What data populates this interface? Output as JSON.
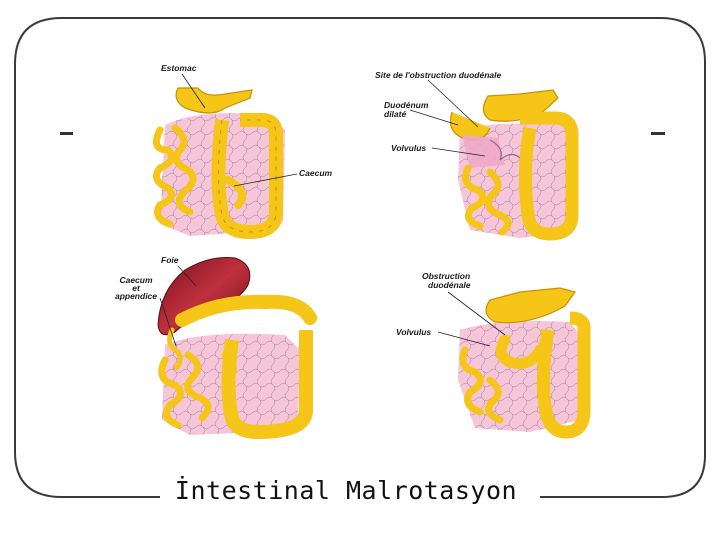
{
  "slide": {
    "title": "İntestinal Malrotasyon"
  },
  "labels": {
    "estomac": "Estomac",
    "caecum": "Caecum",
    "site_obstruction": "Site de l'obstruction duodénale",
    "duodenum_dilate_1": "Duodénum",
    "duodenum_dilate_2": "dilaté",
    "volvulus_top": "Volvulus",
    "foie": "Foie",
    "caecum_appendice_1": "Caecum",
    "caecum_appendice_2": "et",
    "caecum_appendice_3": "appendice",
    "obstruction_duodenale_1": "Obstruction",
    "obstruction_duodenale_2": "duodénale",
    "volvulus_bottom": "Volvulus"
  },
  "colors": {
    "frame": "#3a3a3a",
    "bowel": "#f5c518",
    "bowel_outline": "#c89200",
    "mesentery": "#f6c6d8",
    "liver": "#a4182a",
    "vessel": "#8a6a90"
  }
}
